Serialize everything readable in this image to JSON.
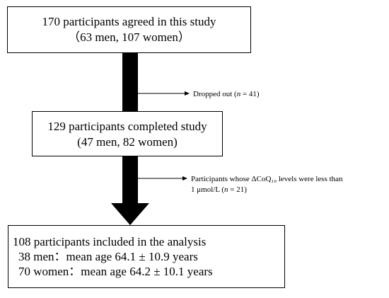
{
  "top_box": {
    "line1": "170 participants agreed in this study",
    "line2": "（63 men, 107 women）"
  },
  "dropout_note": {
    "prefix": "Dropped out (",
    "n": "n",
    "suffix": " = 41)"
  },
  "mid_box": {
    "line1": "129 participants completed study",
    "line2": "(47 men, 82 women)"
  },
  "exclusion_note": {
    "line1": "Participants whose ΔCoQ₁₀ levels were less than",
    "line2_prefix": "1 μmol/L (",
    "n": "n",
    "line2_suffix": " = 21)"
  },
  "bottom_box": {
    "line1": "108 participants included in the analysis",
    "line2": "38 men：mean age 64.1 ± 10.9 years",
    "line3": "70 women：mean age 64.2 ± 10.1 years"
  },
  "colors": {
    "arrow": "#000000",
    "border": "#000000",
    "background": "#ffffff"
  }
}
